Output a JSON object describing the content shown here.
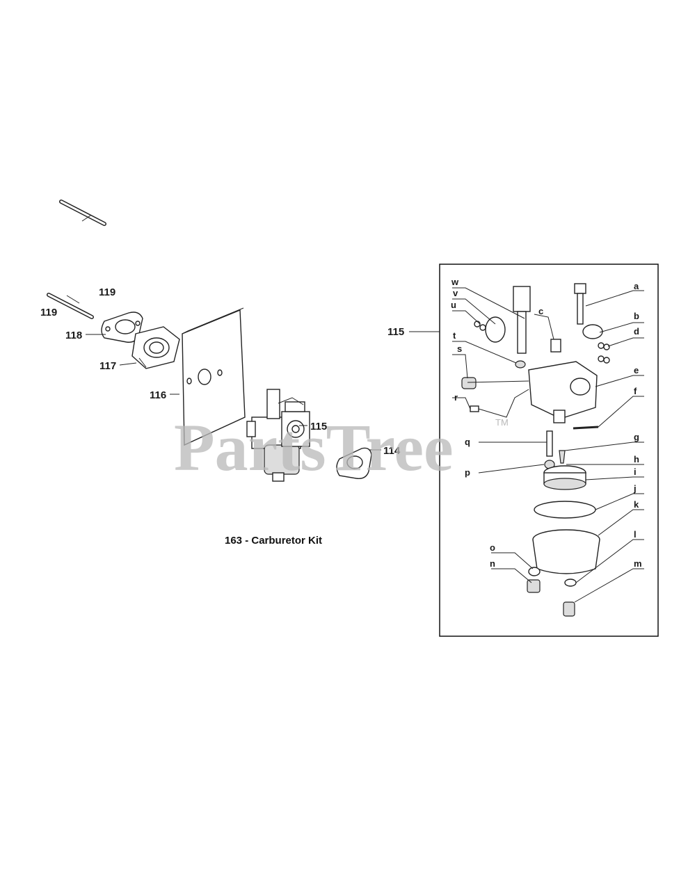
{
  "watermark": {
    "text": "PartsTree",
    "tm": "TM"
  },
  "title": "163 - Carburetor Kit",
  "callouts_left": {
    "p119a": "119",
    "p119b": "119",
    "p118": "118",
    "p117": "117",
    "p116": "116",
    "p115": "115",
    "p114": "114",
    "p115box": "115"
  },
  "callouts_kit": {
    "a": "a",
    "b": "b",
    "c": "c",
    "d": "d",
    "e": "e",
    "f": "f",
    "g": "g",
    "h": "h",
    "i": "i",
    "j": "j",
    "k": "k",
    "l": "l",
    "m": "m",
    "n": "n",
    "o": "o",
    "p": "p",
    "q": "q",
    "r": "r",
    "s": "s",
    "t": "t",
    "u": "u",
    "v": "v",
    "w": "w"
  }
}
